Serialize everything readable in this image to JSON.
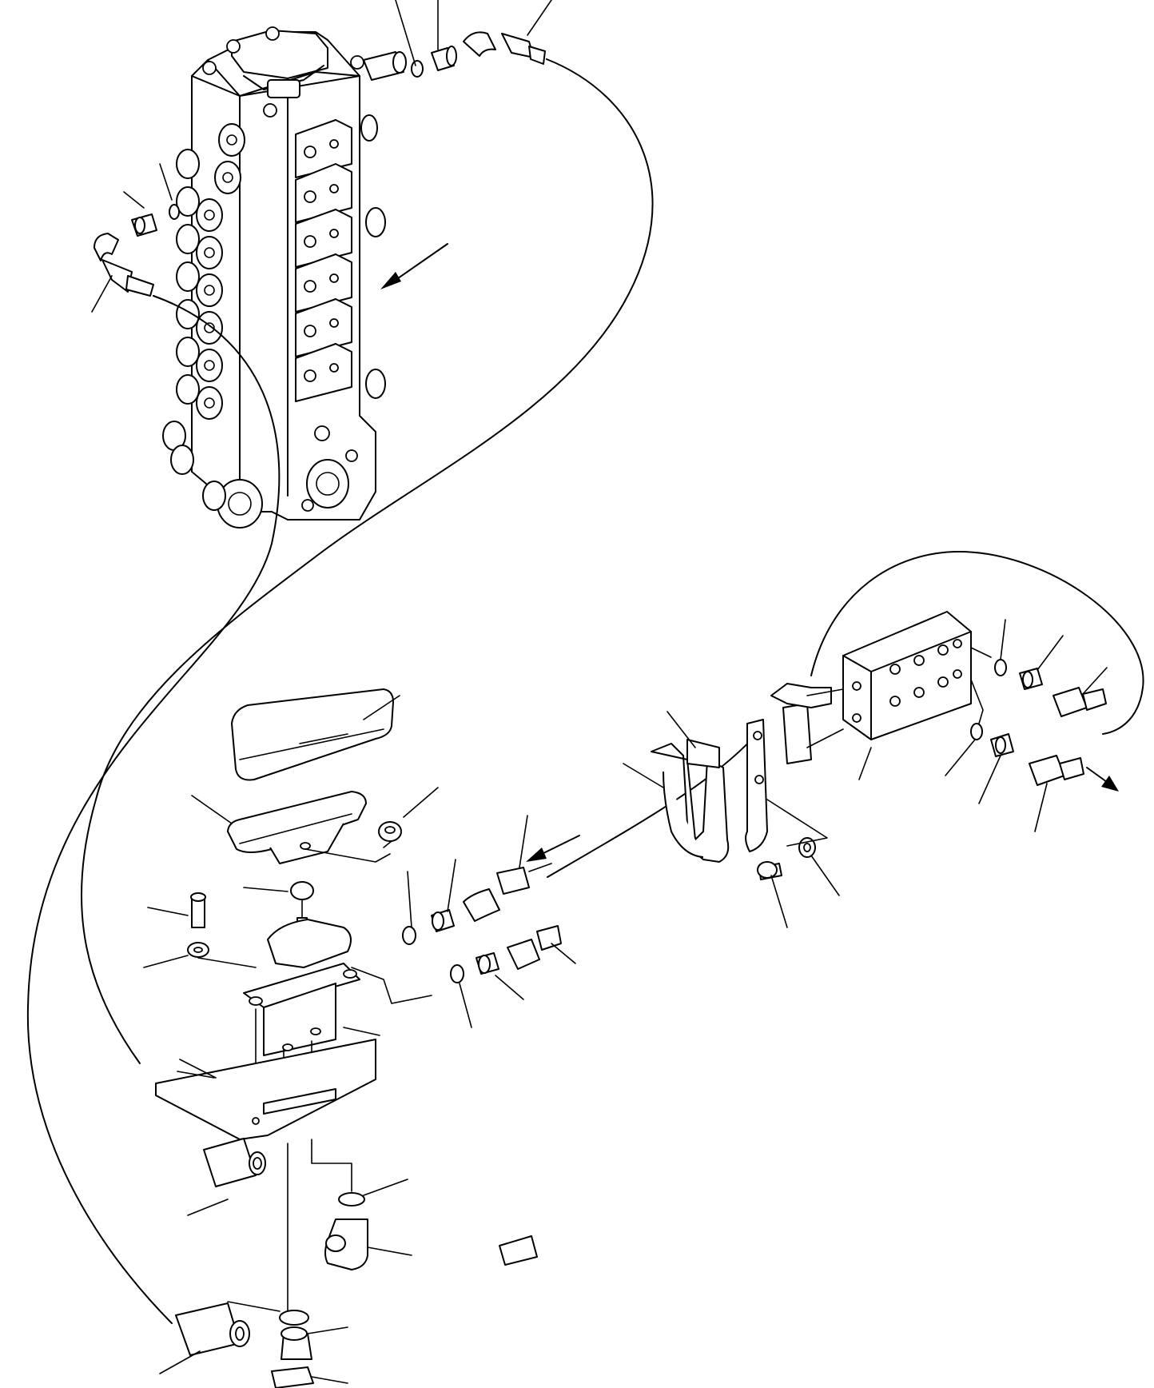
{
  "diagram": {
    "components": [
      "control-valve",
      "pedal-cover",
      "pedal",
      "nut",
      "pedal-valve",
      "floor-plate",
      "bolt",
      "washer",
      "o-ring",
      "adapter",
      "elbow",
      "hose",
      "hose-clamp",
      "bracket",
      "junction-block"
    ],
    "flow_arrows": 3,
    "reference_numbers_shown": false
  }
}
